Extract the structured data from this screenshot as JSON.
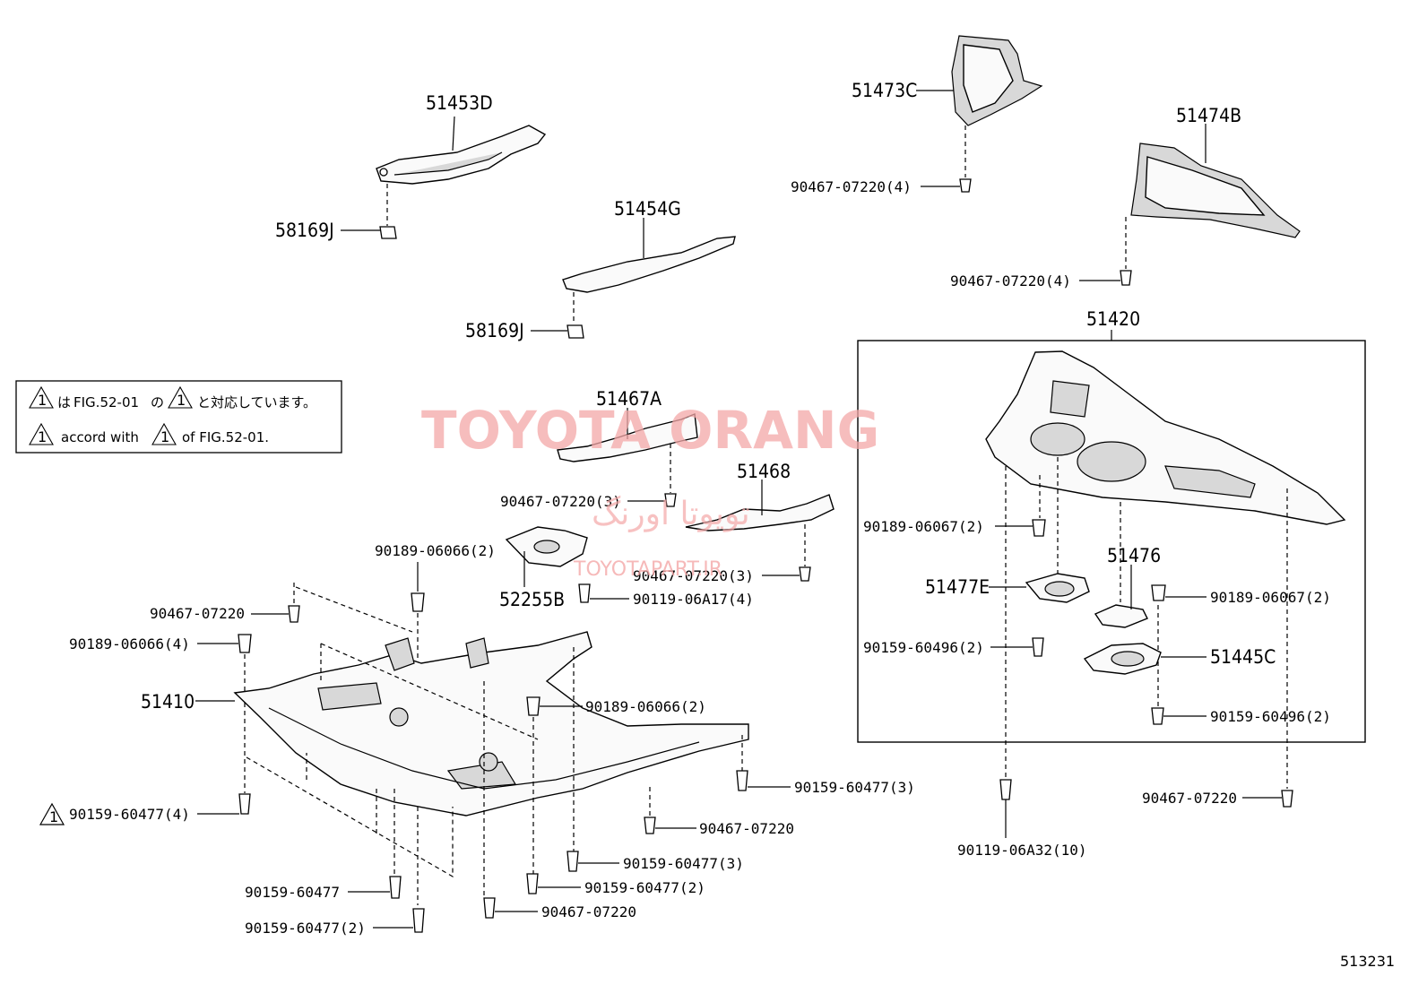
{
  "parts": {
    "p51453D": "51453D",
    "p58169J_a": "58169J",
    "p51454G": "51454G",
    "p58169J_b": "58169J",
    "p51473C": "51473C",
    "p90467_07220_4a": "90467-07220(4)",
    "p51474B": "51474B",
    "p90467_07220_4b": "90467-07220(4)",
    "p51420": "51420",
    "p51467A": "51467A",
    "p90467_07220_3a": "90467-07220(3)",
    "p51468": "51468",
    "p90189_06066_2a": "90189-06066(2)",
    "p90467_07220_3b": "90467-07220(3)",
    "p52255B": "52255B",
    "p90119_06A17_4": "90119-06A17(4)",
    "p90467_07220_a": "90467-07220",
    "p90189_06066_4": "90189-06066(4)",
    "p51410": "51410",
    "p90189_06066_2b": "90189-06066(2)",
    "p90159_60477_3a": "90159-60477(3)",
    "p90159_60477_4": "90159-60477(4)",
    "p90467_07220_b": "90467-07220",
    "p90159_60477_3b": "90159-60477(3)",
    "p90159_60477_2a": "90159-60477(2)",
    "p90159_60477_a": "90159-60477",
    "p90467_07220_c": "90467-07220",
    "p90159_60477_2b": "90159-60477(2)",
    "p90189_06067_2a": "90189-06067(2)",
    "p51477E": "51477E",
    "p51476": "51476",
    "p90189_06067_2b": "90189-06067(2)",
    "p90159_60496_2a": "90159-60496(2)",
    "p51445C": "51445C",
    "p90159_60496_2b": "90159-60496(2)",
    "p90467_07220_d": "90467-07220",
    "p90119_06A32_10": "90119-06A32(10)"
  },
  "note": {
    "line1_pre": "は",
    "line1_fig": "FIG.52-01",
    "line1_mid": "の",
    "line1_post": "と対応しています。",
    "line2_pre": "accord with",
    "line2_post": "of FIG.52-01.",
    "symbol": "1"
  },
  "watermark": {
    "main": "TOYOTA ORANG",
    "farsi": "تویوتا اورنگ",
    "site": "TOYOTAPART.IR"
  },
  "diagram_code": "513231"
}
